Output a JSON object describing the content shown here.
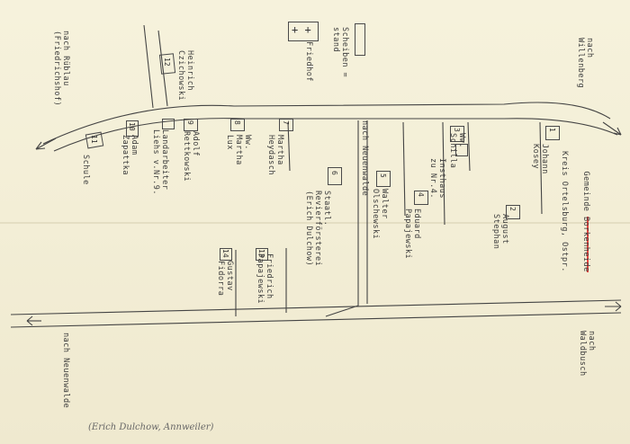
{
  "place": {
    "line1_pre": "Gemeinde ",
    "line1_name": "Borkenheide",
    "line2": "Kreis Ortelsburg, Ostpr."
  },
  "directions": {
    "top_left": "nach Rüblau\n(Friedrichshof)",
    "top_right": "nach\nWillenberg",
    "bottom_left": "nach Neuenwalde",
    "bottom_right": "nach\nWaldbusch",
    "middle": "nach Neuenwalde"
  },
  "landmarks": {
    "cemetery": "Friedhof",
    "cemetery_symbol": "+ +",
    "shooting_range": "Scheiben =\nstand",
    "school": "Schule"
  },
  "houses": [
    {
      "num": "1",
      "label": "Johann\nKosey"
    },
    {
      "num": "2",
      "label": "August\nStephan"
    },
    {
      "num": "3",
      "label": "Ww.\nSchilla"
    },
    {
      "num": "",
      "label": "Insthaus\nzu Nr.4."
    },
    {
      "num": "4",
      "label": "Eduard\nPapajewski"
    },
    {
      "num": "5",
      "label": "Walter\nOlschewski"
    },
    {
      "num": "6",
      "label": "Staatl.\nRevierförsterei\n(Erich Dulchow)"
    },
    {
      "num": "7",
      "label": "Martha\nHeydasch"
    },
    {
      "num": "8",
      "label": "Ww.\nMartha\nLux"
    },
    {
      "num": "9",
      "label": "Adolf\nRettkowski"
    },
    {
      "num": "",
      "label": "Landarbeiter\nLiehs v.Nr.9."
    },
    {
      "num": "10",
      "label": "Adam\nZapattka"
    },
    {
      "num": "11",
      "label": ""
    },
    {
      "num": "12",
      "label": ""
    },
    {
      "num": "13",
      "label": "Friedrich\nPapajewski"
    },
    {
      "num": "14",
      "label": "Gustav\nFidorra"
    },
    {
      "num": "",
      "label": "Heinrich\nCzichowski"
    }
  ],
  "signature": "(Erich Dulchow, Annweiler)",
  "colors": {
    "paper": "#f4efd8",
    "ink": "#3a3a3a",
    "underline": "#e02828"
  }
}
